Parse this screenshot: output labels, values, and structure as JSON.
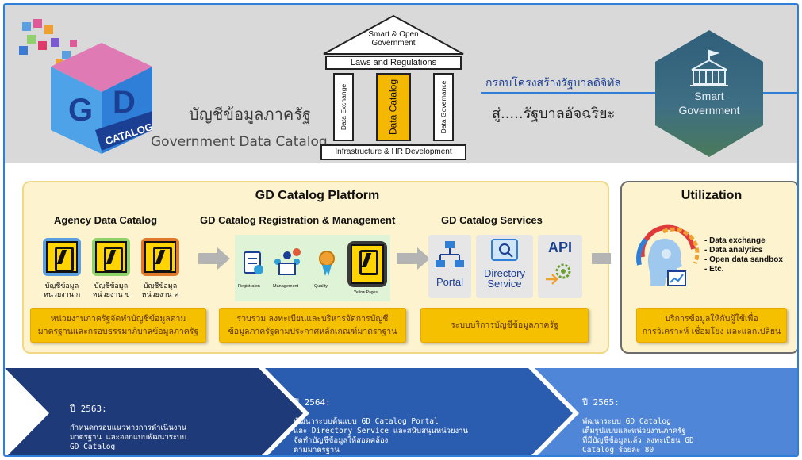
{
  "header": {
    "thai_title": "บัญชีข้อมูลภาครัฐ",
    "english_title": "Government Data Catalog",
    "logo_letters": "GD",
    "logo_ribbon": "CATALOG",
    "temple_roof": "Smart & Open Government",
    "temple_lintel": "Laws and Regulations",
    "pillar_left": "Data Exchange",
    "pillar_center": "Data Catalog",
    "pillar_right": "Data Governance",
    "temple_base": "Infrastructure & HR Development",
    "framework_text": "กรอบโครงสร้างรัฐบาลดิจิทัล",
    "towards_text": "สู่.....รัฐบาลอัจฉริยะ",
    "smart_gov_line1": "Smart",
    "smart_gov_line2": "Government"
  },
  "platform": {
    "title": "GD Catalog Platform",
    "agency_title": "Agency Data Catalog",
    "registration_title": "GD Catalog Registration & Management",
    "services_title": "GD Catalog Services",
    "agencies": [
      {
        "line1": "บัญชีข้อมูล",
        "line2": "หน่วยงาน ก",
        "color": "#5aa0e0"
      },
      {
        "line1": "บัญชีข้อมูล",
        "line2": "หน่วยงาน ข",
        "color": "#8fd16a"
      },
      {
        "line1": "บัญชีข้อมูล",
        "line2": "หน่วยงาน ค",
        "color": "#e07a2a"
      }
    ],
    "reg_labels": [
      "Registraion",
      "Management",
      "Quality"
    ],
    "yellow_pages_label": "Yellow Pages",
    "services": {
      "portal": "Portal",
      "directory_line1": "Directory",
      "directory_line2": "Service",
      "api": "API"
    },
    "agency_box_line1": "หน่วยงานภาครัฐจัดทำบัญชีข้อมูลตาม",
    "agency_box_line2": "มาตรฐานและกรอบธรรมาภิบาลข้อมูลภาครัฐ",
    "reg_box_line1": "รวบรวม ลงทะเบียนและบริหารจัดการบัญชี",
    "reg_box_line2": "ข้อมูลภาครัฐตามประกาศหลักเกณฑ์มาตราฐาน",
    "services_box": "ระบบบริการบัญชีข้อมูลภาครัฐ"
  },
  "utilization": {
    "title": "Utilization",
    "items": [
      "- Data exchange",
      "- Data analytics",
      "- Open data sandbox",
      "- Etc."
    ],
    "box_line1": "บริการข้อมูลให้กับผู้ใช้เพื่อ",
    "box_line2": "การวิเคราะห์ เชื่อมโยง และแลกเปลี่ยน"
  },
  "timeline": [
    {
      "year": "ปี 2563:",
      "text": "กำหนดกรอบแนวทางการดำเนินงาน\nมาตรฐาน และออกแบบพัฒนาระบบ\nGD Catalog",
      "color": "#1e3a78"
    },
    {
      "year": "ปี 2564:",
      "text": "พัฒนาระบบต้นแบบ GD Catalog Portal\nและ Directory Service และสนับสนุนหน่วยงาน\nจัดทำบัญชีข้อมูลให้สอดคล้อง\nตามมาตรฐาน",
      "color": "#2a5cb0"
    },
    {
      "year": "ปี 2565:",
      "text": "พัฒนาระบบ GD Catalog\nเต็มรูปแบบและหน่วยงานภาครัฐ\nที่มีบัญชีข้อมูลแล้ว ลงทะเบียน GD\nCatalog ร้อยละ 80",
      "color": "#4f86d8"
    }
  ],
  "colors": {
    "accent_blue": "#2f7fd8",
    "platform_bg": "#fdf3cf",
    "box_yellow": "#f5c000",
    "timeline_dark": "#1e3a78"
  }
}
